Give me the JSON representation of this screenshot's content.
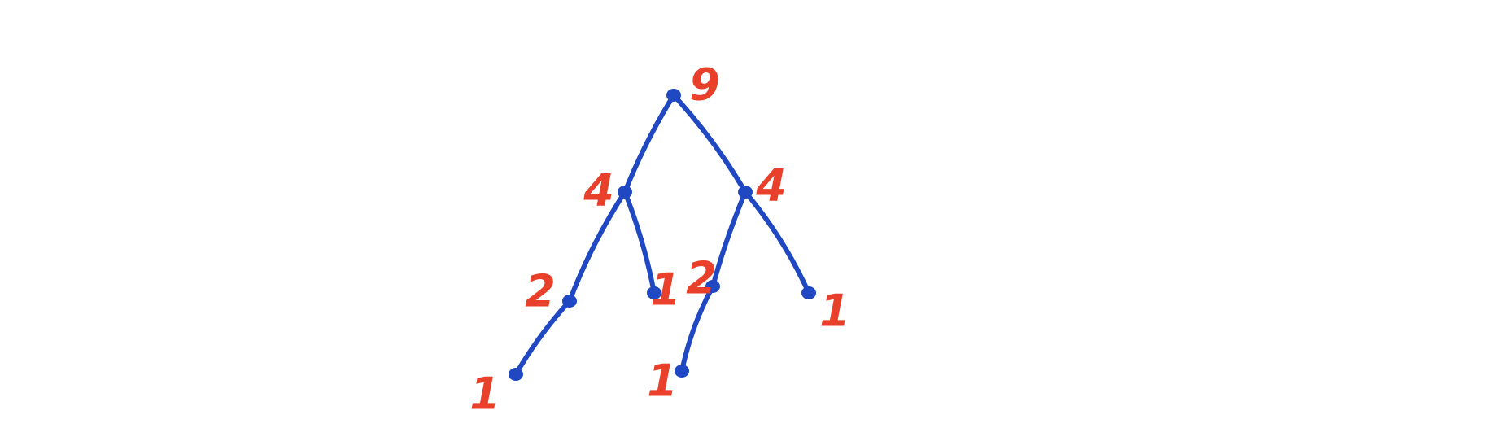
{
  "colors": {
    "edge": "#1f48c2",
    "node": "#1f48c2",
    "label": "#e8402a",
    "background": "#ffffff"
  },
  "tree": {
    "nodes": [
      {
        "id": "root",
        "label": "9"
      },
      {
        "id": "left",
        "label": "4"
      },
      {
        "id": "right",
        "label": "4"
      },
      {
        "id": "ll",
        "label": "2"
      },
      {
        "id": "lr",
        "label": "1"
      },
      {
        "id": "rl",
        "label": "2"
      },
      {
        "id": "rr",
        "label": "1"
      },
      {
        "id": "lll",
        "label": "1"
      },
      {
        "id": "rll",
        "label": "1"
      }
    ],
    "edges": [
      {
        "from": "root",
        "to": "left"
      },
      {
        "from": "root",
        "to": "right"
      },
      {
        "from": "left",
        "to": "ll"
      },
      {
        "from": "left",
        "to": "lr"
      },
      {
        "from": "right",
        "to": "rl"
      },
      {
        "from": "right",
        "to": "rr"
      },
      {
        "from": "ll",
        "to": "lll"
      },
      {
        "from": "rl",
        "to": "rll"
      }
    ]
  }
}
